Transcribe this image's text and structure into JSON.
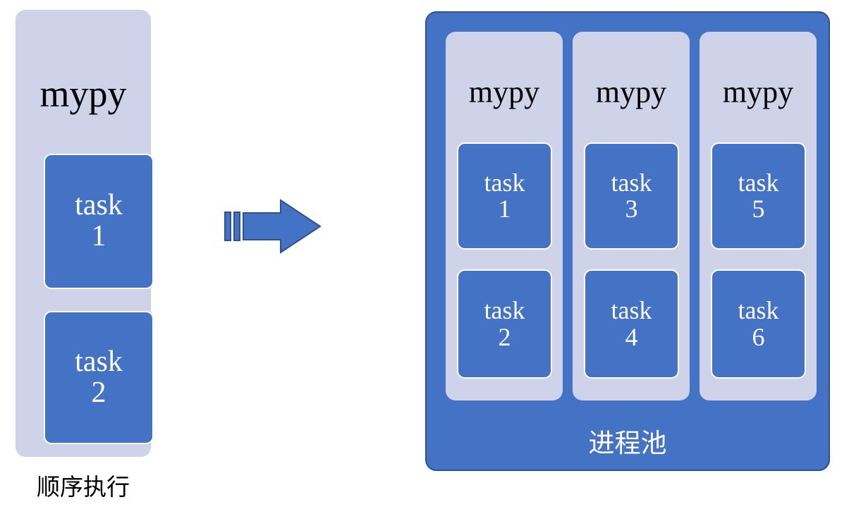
{
  "diagram": {
    "title_left": "顺序执行",
    "title_right": "进程池",
    "colors": {
      "accent_blue": "#4472C4",
      "accent_blue_border": "#2E528F",
      "panel_lavender": "#CFD3E9",
      "box_border": "#FFFFFF",
      "text_dark": "#000000",
      "text_light": "#FFFFFF",
      "background": "#FFFFFF"
    },
    "arrow": {
      "name": "right-arrow",
      "direction": "right",
      "stripes": 2
    }
  },
  "left": {
    "caption": "顺序执行",
    "process": {
      "label": "mypy",
      "tasks": [
        {
          "word": "task",
          "num": "1"
        },
        {
          "word": "task",
          "num": "2"
        }
      ]
    }
  },
  "right": {
    "caption": "进程池",
    "processes": [
      {
        "label": "mypy",
        "tasks": [
          {
            "word": "task",
            "num": "1"
          },
          {
            "word": "task",
            "num": "2"
          }
        ]
      },
      {
        "label": "mypy",
        "tasks": [
          {
            "word": "task",
            "num": "3"
          },
          {
            "word": "task",
            "num": "4"
          }
        ]
      },
      {
        "label": "mypy",
        "tasks": [
          {
            "word": "task",
            "num": "5"
          },
          {
            "word": "task",
            "num": "6"
          }
        ]
      }
    ]
  }
}
